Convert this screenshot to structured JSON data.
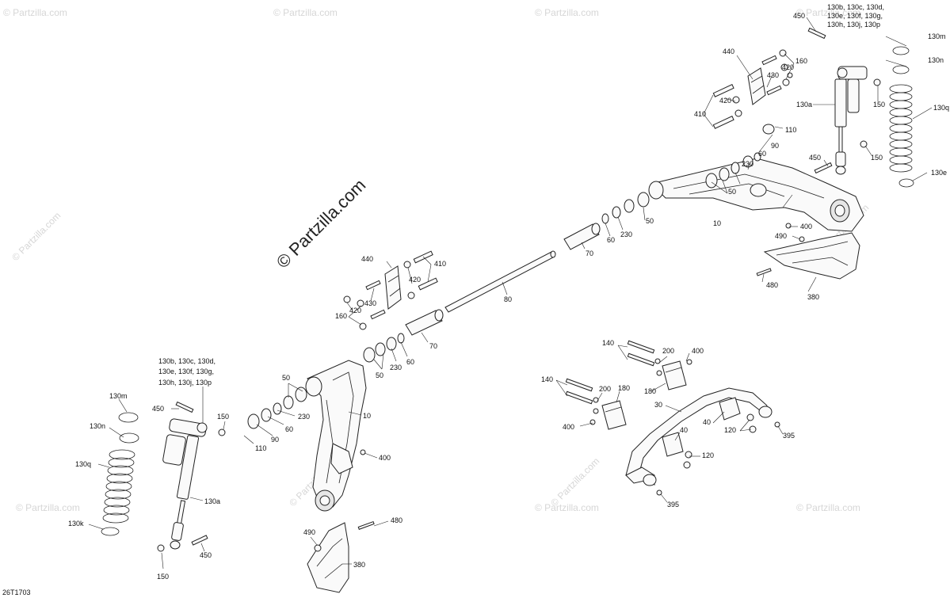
{
  "watermark": {
    "brand_text": "© Partzilla.com",
    "small_text": "© Partzilla.com"
  },
  "diagram_id": "26T1703",
  "callouts": {
    "c450": "450",
    "c130_list_top_1": "130b, 130c, 130d,",
    "c130_list_top_2": "130e, 130f, 130g,",
    "c130_list_top_3": "130h, 130j, 130p",
    "c130_list_left_1": "130b, 130c, 130d,",
    "c130_list_left_2": "130e, 130f, 130g,",
    "c130_list_left_3": "130h, 130j, 130p",
    "c130m": "130m",
    "c130n": "130n",
    "c130q": "130q",
    "c130e": "130e",
    "c130a": "130a",
    "c130k": "130k",
    "c150": "150",
    "c440": "440",
    "c420": "420",
    "c430": "430",
    "c410": "410",
    "c160": "160",
    "c110": "110",
    "c90": "90",
    "c60": "60",
    "c230": "230",
    "c50": "50",
    "c10": "10",
    "c400": "400",
    "c490": "490",
    "c480": "480",
    "c380": "380",
    "c70": "70",
    "c80": "80",
    "c140": "140",
    "c200": "200",
    "c180": "180",
    "c30": "30",
    "c40": "40",
    "c120": "120",
    "c395": "395"
  }
}
